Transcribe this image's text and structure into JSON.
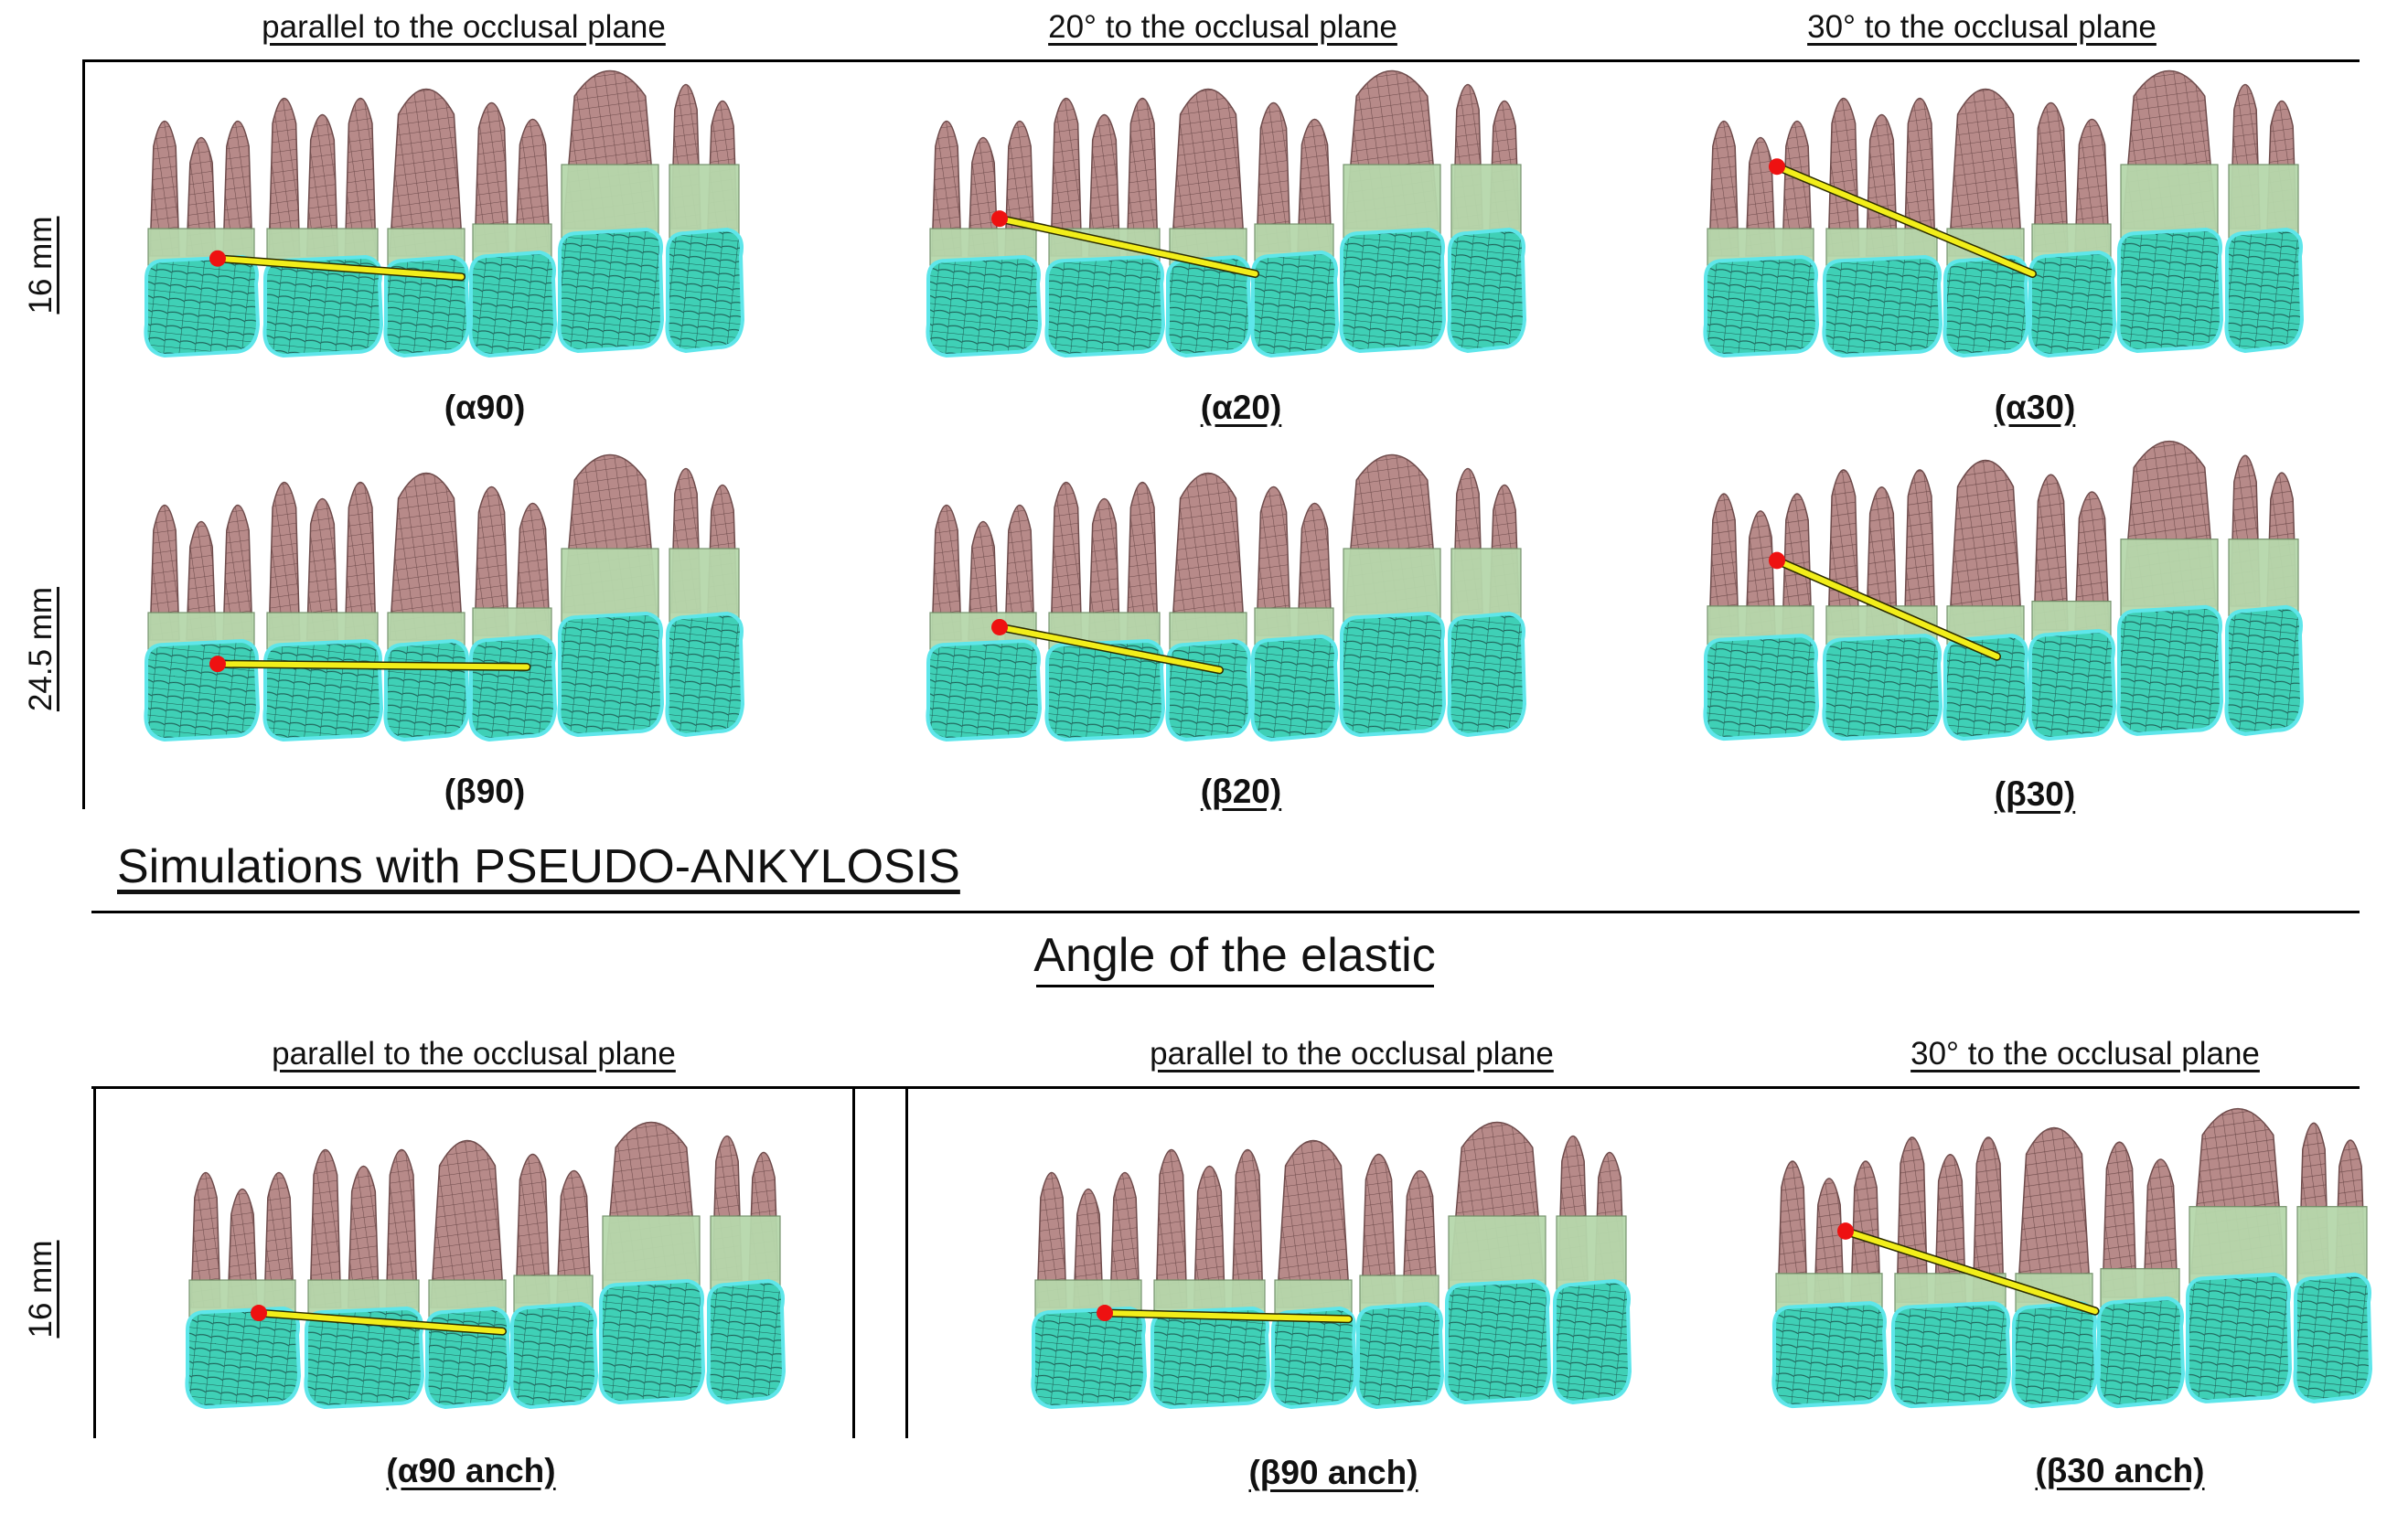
{
  "top": {
    "column_headers": [
      "parallel to the occlusal plane",
      "20° to the occlusal plane",
      "30° to the occlusal plane"
    ],
    "row_labels": [
      "16 mm",
      "24.5 mm"
    ],
    "captions": [
      "(α90)",
      "(α20)",
      "(α30)",
      "(β90)",
      "(β20)",
      "(β30)"
    ]
  },
  "section_title": "Simulations with PSEUDO-ANKYLOSIS",
  "angle_title": "Angle of the elastic",
  "bottom": {
    "column_headers": [
      "parallel to the occlusal plane",
      "parallel to the occlusal plane",
      "30° to the occlusal plane"
    ],
    "row_label": "16 mm",
    "captions": [
      "(α90 anch)",
      "(β90 anch)",
      "(β30 anch)"
    ]
  },
  "colors": {
    "root": "#b78a89",
    "root_mesh": "#6e4b4b",
    "cervical": "#b6d7ab",
    "crown": "#3fd0b6",
    "crown_mesh": "#1e5f56",
    "crown_edge": "#5ee6ea",
    "elastic": "#f2ee1a",
    "anchor": "#ee1111",
    "rule": "#000000"
  },
  "icons": [
    "dental-arch-model",
    "elastic-line",
    "anchor-point-dot"
  ]
}
